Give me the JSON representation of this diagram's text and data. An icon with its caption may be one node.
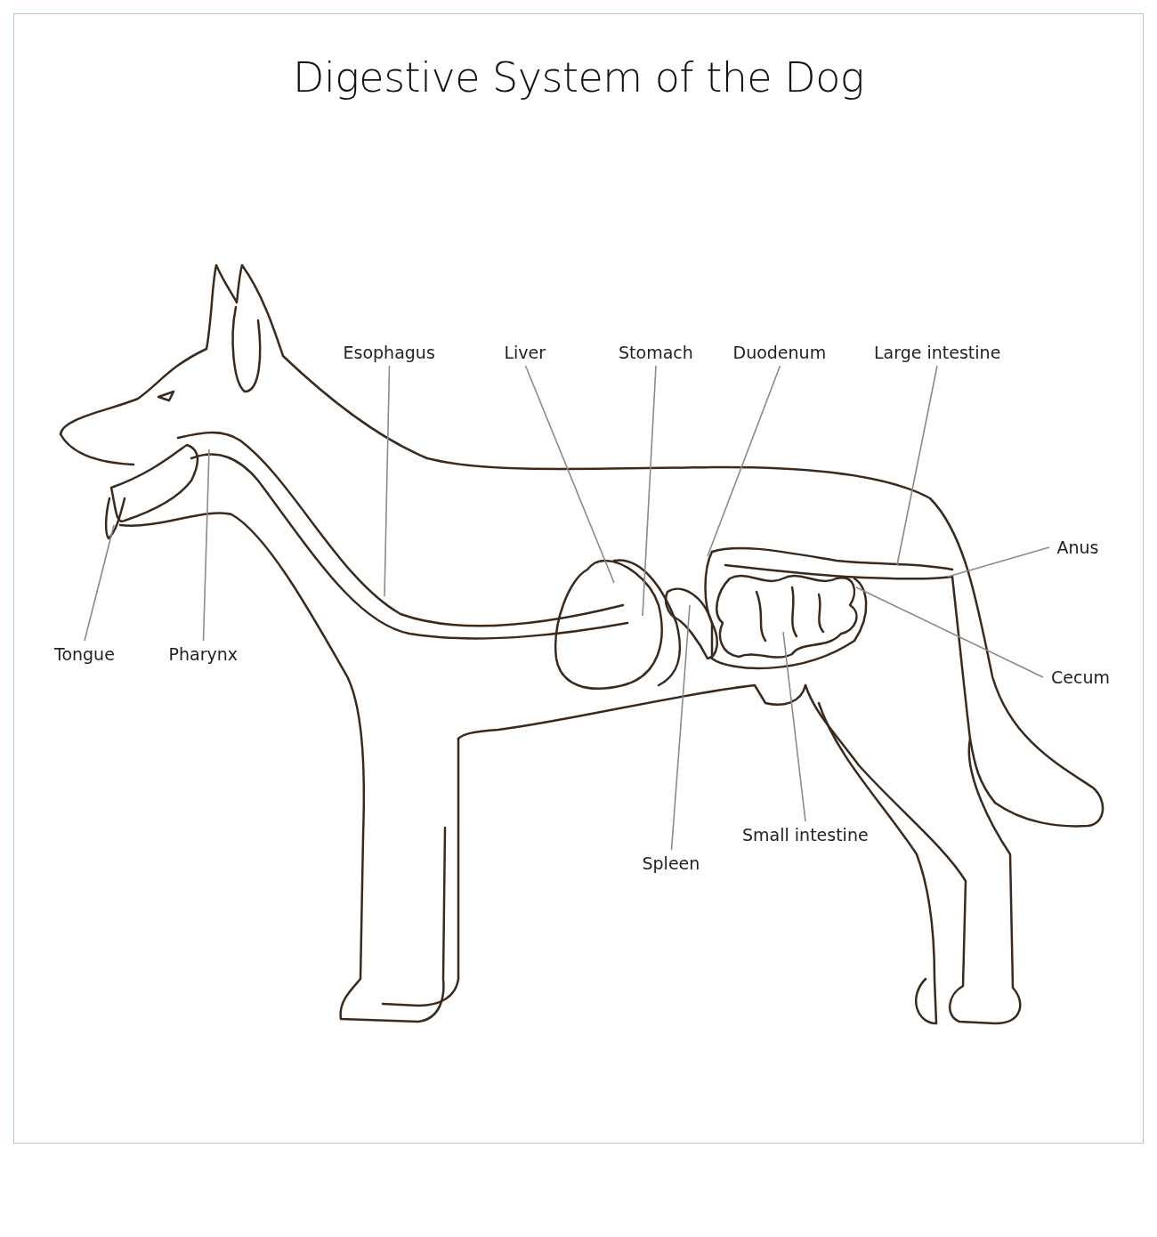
{
  "diagram": {
    "title": "Digestive System of the Dog",
    "nodes": [
      {
        "text": [
          "Esophagus"
        ]
      },
      {
        "text": [
          "Liver"
        ]
      },
      {
        "text": [
          "Stomach"
        ]
      },
      {
        "text": [
          "Duodenum"
        ]
      },
      {
        "text": [
          "Large intestine"
        ]
      },
      {
        "text": [
          "Anus"
        ]
      },
      {
        "text": [
          "Tongue"
        ]
      },
      {
        "text": [
          "Pharynx"
        ]
      },
      {
        "text": [
          "Cecum"
        ]
      },
      {
        "text": [
          "Small intestine"
        ]
      },
      {
        "text": [
          "Spleen"
        ]
      }
    ],
    "edges": [
      {
        "from": 0,
        "to": null,
        "arrow": "none"
      },
      {
        "from": 1,
        "to": null,
        "arrow": "none"
      },
      {
        "from": 2,
        "to": null,
        "arrow": "none"
      },
      {
        "from": 3,
        "to": null,
        "arrow": "none"
      },
      {
        "from": 4,
        "to": null,
        "arrow": "none"
      },
      {
        "from": 5,
        "to": null,
        "arrow": "none"
      },
      {
        "from": 6,
        "to": null,
        "arrow": "none"
      },
      {
        "from": 7,
        "to": null,
        "arrow": "none"
      },
      {
        "from": 8,
        "to": null,
        "arrow": "none"
      },
      {
        "from": 9,
        "to": null,
        "arrow": "none"
      },
      {
        "from": 10,
        "to": null,
        "arrow": "none"
      }
    ]
  }
}
